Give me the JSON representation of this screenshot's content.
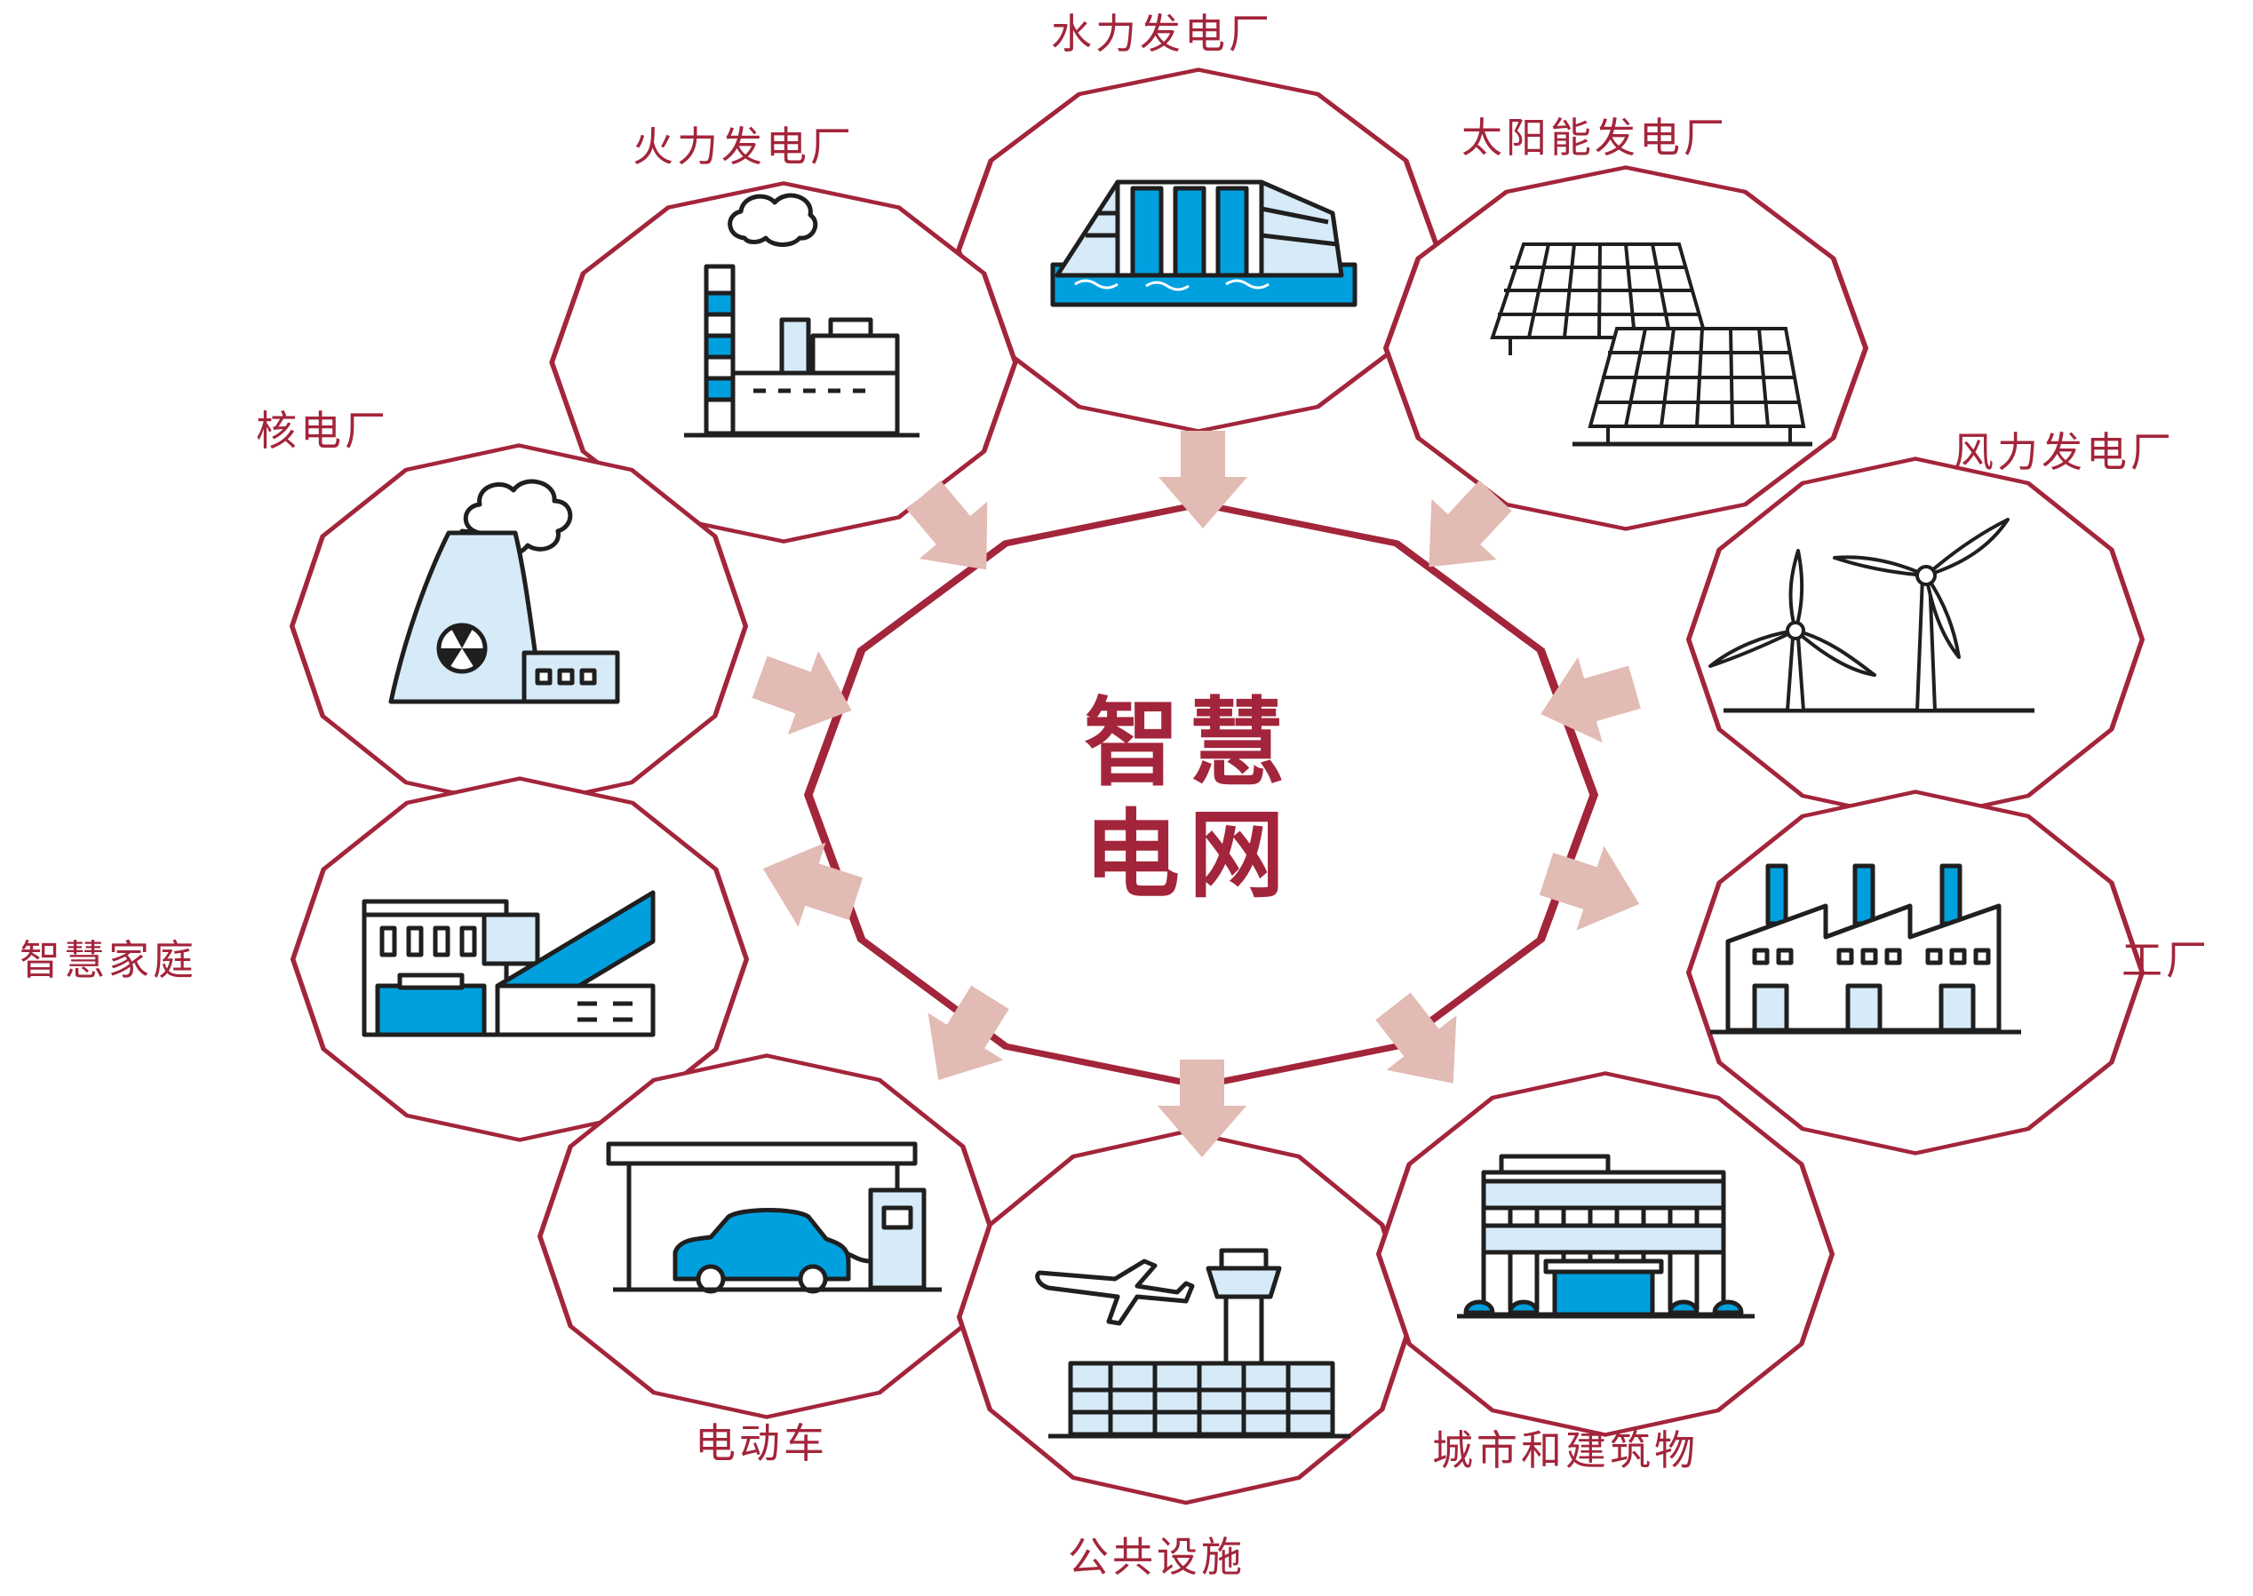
{
  "center": {
    "line1": "智慧",
    "line2": "电网"
  },
  "colors": {
    "outline": "#a3253b",
    "arrow": "#e2bbb4",
    "ink": "#1f1f1f",
    "blue": "#00a0df",
    "light_blue": "#d6eaf8"
  },
  "sources": [
    {
      "id": "hydro",
      "label": "水力发电厂",
      "icon": "dam-icon"
    },
    {
      "id": "thermal",
      "label": "火力发电厂",
      "icon": "smokestack-factory-icon"
    },
    {
      "id": "solar",
      "label": "太阳能发电厂",
      "icon": "solar-panel-icon"
    },
    {
      "id": "nuclear",
      "label": "核电厂",
      "icon": "cooling-tower-icon"
    },
    {
      "id": "wind",
      "label": "风力发电厂",
      "icon": "wind-turbine-icon"
    }
  ],
  "consumers": [
    {
      "id": "home",
      "label": "智慧家庭",
      "icon": "house-icon"
    },
    {
      "id": "factory",
      "label": "工厂",
      "icon": "factory-icon"
    },
    {
      "id": "ev",
      "label": "电动车",
      "icon": "ev-charging-icon"
    },
    {
      "id": "public",
      "label": "公共设施",
      "icon": "airport-tower-icon"
    },
    {
      "id": "city",
      "label": "城市和建筑物",
      "icon": "office-building-icon"
    }
  ]
}
